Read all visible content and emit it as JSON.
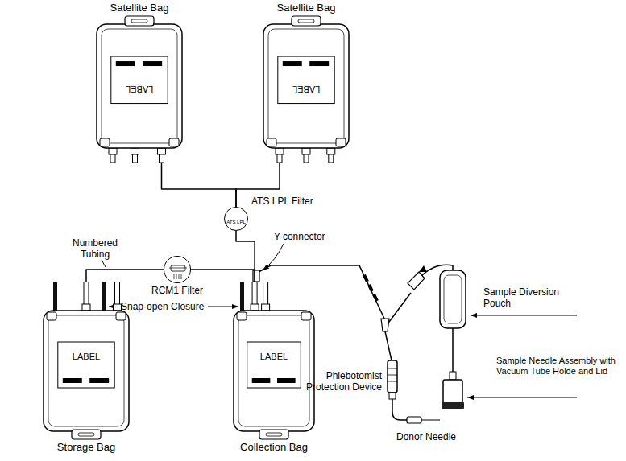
{
  "diagram": {
    "nodes": [
      {
        "text": [
          "Satellite Bag",
          "LABEL"
        ]
      },
      {
        "text": [
          "Satellite Bag",
          "LABEL"
        ]
      },
      {
        "text": [
          "ATS LPL Filter",
          "ATS LPL"
        ]
      },
      {
        "text": [
          "RCM1 Filter"
        ]
      },
      {
        "text": [
          "LABEL",
          "Storage Bag"
        ]
      },
      {
        "text": [
          "LABEL",
          "Collection Bag"
        ]
      }
    ],
    "edges": [
      {
        "from": 0,
        "to": 2,
        "arrow": "none"
      },
      {
        "from": 1,
        "to": 2,
        "arrow": "none"
      },
      {
        "from": 2,
        "to": 5,
        "arrow": "none"
      },
      {
        "from": 4,
        "to": 3,
        "arrow": "none"
      },
      {
        "from": 3,
        "to": 5,
        "arrow": "none"
      }
    ],
    "labels": [
      "Numbered Tubing",
      "Y-connector",
      "Snap-open Closure",
      "Sample Diversion Pouch",
      "Phlebotomist Protection Device",
      "Sample Needle Assembly with Vacuum Tube Holde and Lid",
      "Donor Needle"
    ]
  }
}
